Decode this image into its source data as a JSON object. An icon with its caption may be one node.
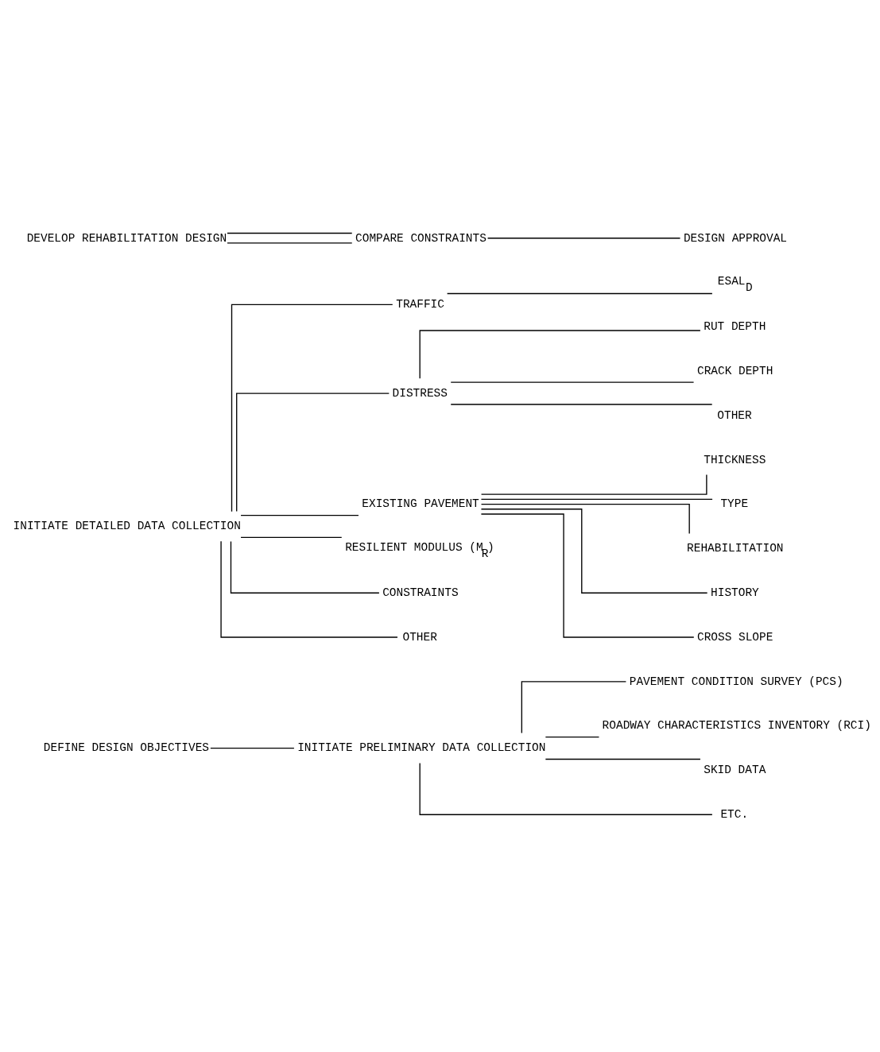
{
  "diagram": {
    "nodes": [
      {
        "text": [
          "DEFINE DESIGN OBJECTIVES"
        ]
      },
      {
        "text": [
          "INITIATE PRELIMINARY DATA COLLECTION"
        ]
      },
      {
        "text": [
          "PAVEMENT CONDITION SURVEY (PCS)"
        ]
      },
      {
        "text": [
          "ROADWAY CHARACTERISTICS INVENTORY (RCI)"
        ]
      },
      {
        "text": [
          "SKID DATA"
        ]
      },
      {
        "text": [
          "ETC."
        ]
      },
      {
        "text": [
          "INITIATE DETAILED DATA COLLECTION"
        ]
      },
      {
        "text": [
          "TRAFFIC"
        ]
      },
      {
        "text": [
          "ESAL$_{D}$"
        ]
      },
      {
        "text": [
          "DISTRESS"
        ]
      },
      {
        "text": [
          "RUT DEPTH"
        ]
      },
      {
        "text": [
          "CRACK DEPTH"
        ]
      },
      {
        "text": [
          "OTHER"
        ]
      },
      {
        "text": [
          "EXISTING PAVEMENT"
        ]
      },
      {
        "text": [
          "THICKNESS"
        ]
      },
      {
        "text": [
          "TYPE"
        ]
      },
      {
        "text": [
          "REHABILITATION"
        ]
      },
      {
        "text": [
          "HISTORY"
        ]
      },
      {
        "text": [
          "CROSS SLOPE"
        ]
      },
      {
        "text": [
          "RESILIENT MODULUS (M$_{R}$)"
        ]
      },
      {
        "text": [
          "CONSTRAINTS"
        ]
      },
      {
        "text": [
          "OTHER"
        ]
      },
      {
        "text": [
          "DEVELOP REHABILITATION DESIGN"
        ]
      },
      {
        "text": [
          "COMPARE CONSTRAINTS"
        ]
      },
      {
        "text": [
          "DESIGN APPROVAL"
        ]
      }
    ],
    "edges": [
      {
        "from": 0,
        "to": 1,
        "arrow": "none"
      },
      {
        "from": 1,
        "to": 2,
        "arrow": "none"
      },
      {
        "from": 1,
        "to": 3,
        "arrow": "none"
      },
      {
        "from": 1,
        "to": 4,
        "arrow": "none"
      },
      {
        "from": 1,
        "to": 5,
        "arrow": "none"
      },
      {
        "from": 6,
        "to": 7,
        "arrow": "none"
      },
      {
        "from": 6,
        "to": 9,
        "arrow": "none"
      },
      {
        "from": 6,
        "to": 13,
        "arrow": "none"
      },
      {
        "from": 6,
        "to": 19,
        "arrow": "none"
      },
      {
        "from": 6,
        "to": 20,
        "arrow": "none"
      },
      {
        "from": 6,
        "to": 21,
        "arrow": "none"
      },
      {
        "from": 7,
        "to": 8,
        "arrow": "none"
      },
      {
        "from": 9,
        "to": 10,
        "arrow": "none"
      },
      {
        "from": 9,
        "to": 11,
        "arrow": "none"
      },
      {
        "from": 9,
        "to": 12,
        "arrow": "none"
      },
      {
        "from": 13,
        "to": 14,
        "arrow": "none"
      },
      {
        "from": 13,
        "to": 15,
        "arrow": "none"
      },
      {
        "from": 13,
        "to": 16,
        "arrow": "none"
      },
      {
        "from": 13,
        "to": 17,
        "arrow": "none"
      },
      {
        "from": 13,
        "to": 18,
        "arrow": "none"
      },
      {
        "from": 22,
        "to": 23,
        "arrow": "none"
      },
      {
        "from": 23,
        "to": 24,
        "arrow": "none"
      },
      {
        "from": 23,
        "to": 22,
        "arrow": "none"
      }
    ]
  }
}
